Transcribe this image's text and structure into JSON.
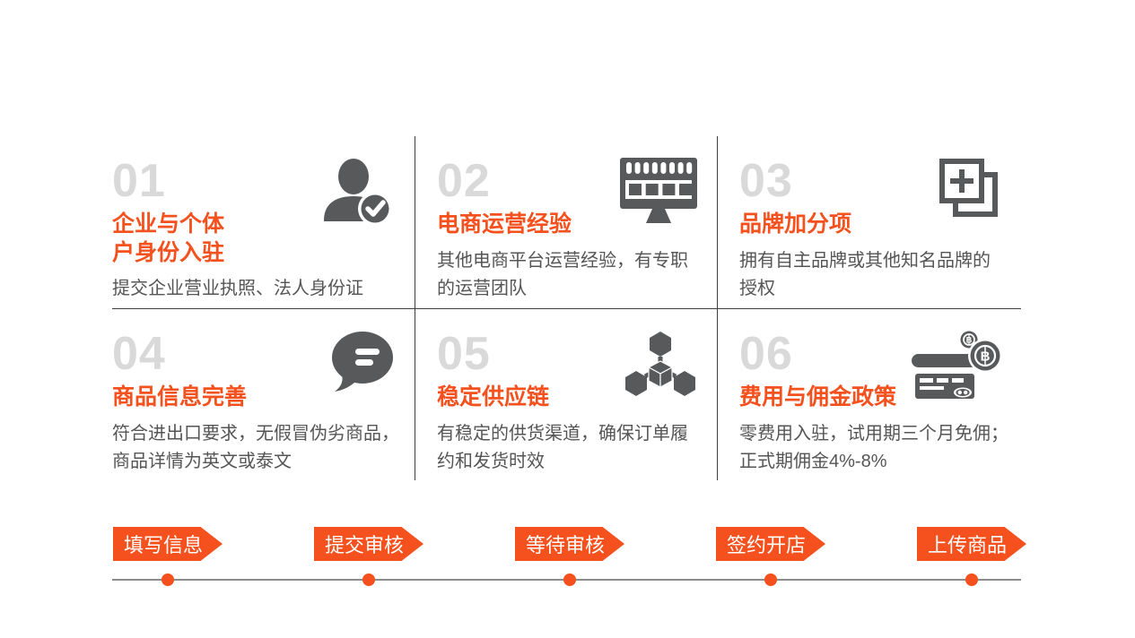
{
  "slide": {
    "background": "#ffffff"
  },
  "colors": {
    "accent_orange": "#f4511e",
    "icon_gray": "#58595b",
    "number_gray": "#d9d9d9",
    "body_text_gray": "#555555",
    "divider_gray": "#3f3f3f",
    "timeline_line_gray": "#8c8c8c"
  },
  "steps": [
    {
      "number": "01",
      "title": "企业与个体\n户身份入驻",
      "description": "提交企业营业执照、法人身份证",
      "icon": "user-verified-icon"
    },
    {
      "number": "02",
      "title": "电商运营经验",
      "description": "其他电商平台运营经验，有专职\n的运营团队",
      "icon": "storefront-monitor-icon"
    },
    {
      "number": "03",
      "title": "品牌加分项",
      "description": "拥有自主品牌或其他知名品牌的\n授权",
      "icon": "brand-plus-icon"
    },
    {
      "number": "04",
      "title": "商品信息完善",
      "description": "符合进出口要求，无假冒伪劣商品，\n商品详情为英文或泰文",
      "icon": "chat-bubble-icon"
    },
    {
      "number": "05",
      "title": "稳定供应链",
      "description": "有稳定的供货渠道，确保订单履\n约和发货时效",
      "icon": "supply-network-icon"
    },
    {
      "number": "06",
      "title": "费用与佣金政策",
      "description": "零费用入驻，试用期三个月免佣；\n正式期佣金4%-8%",
      "icon": "card-coins-icon"
    }
  ],
  "process_flow": {
    "steps": [
      "填写信息",
      "提交审核",
      "等待审核",
      "签约开店",
      "上传商品"
    ]
  }
}
